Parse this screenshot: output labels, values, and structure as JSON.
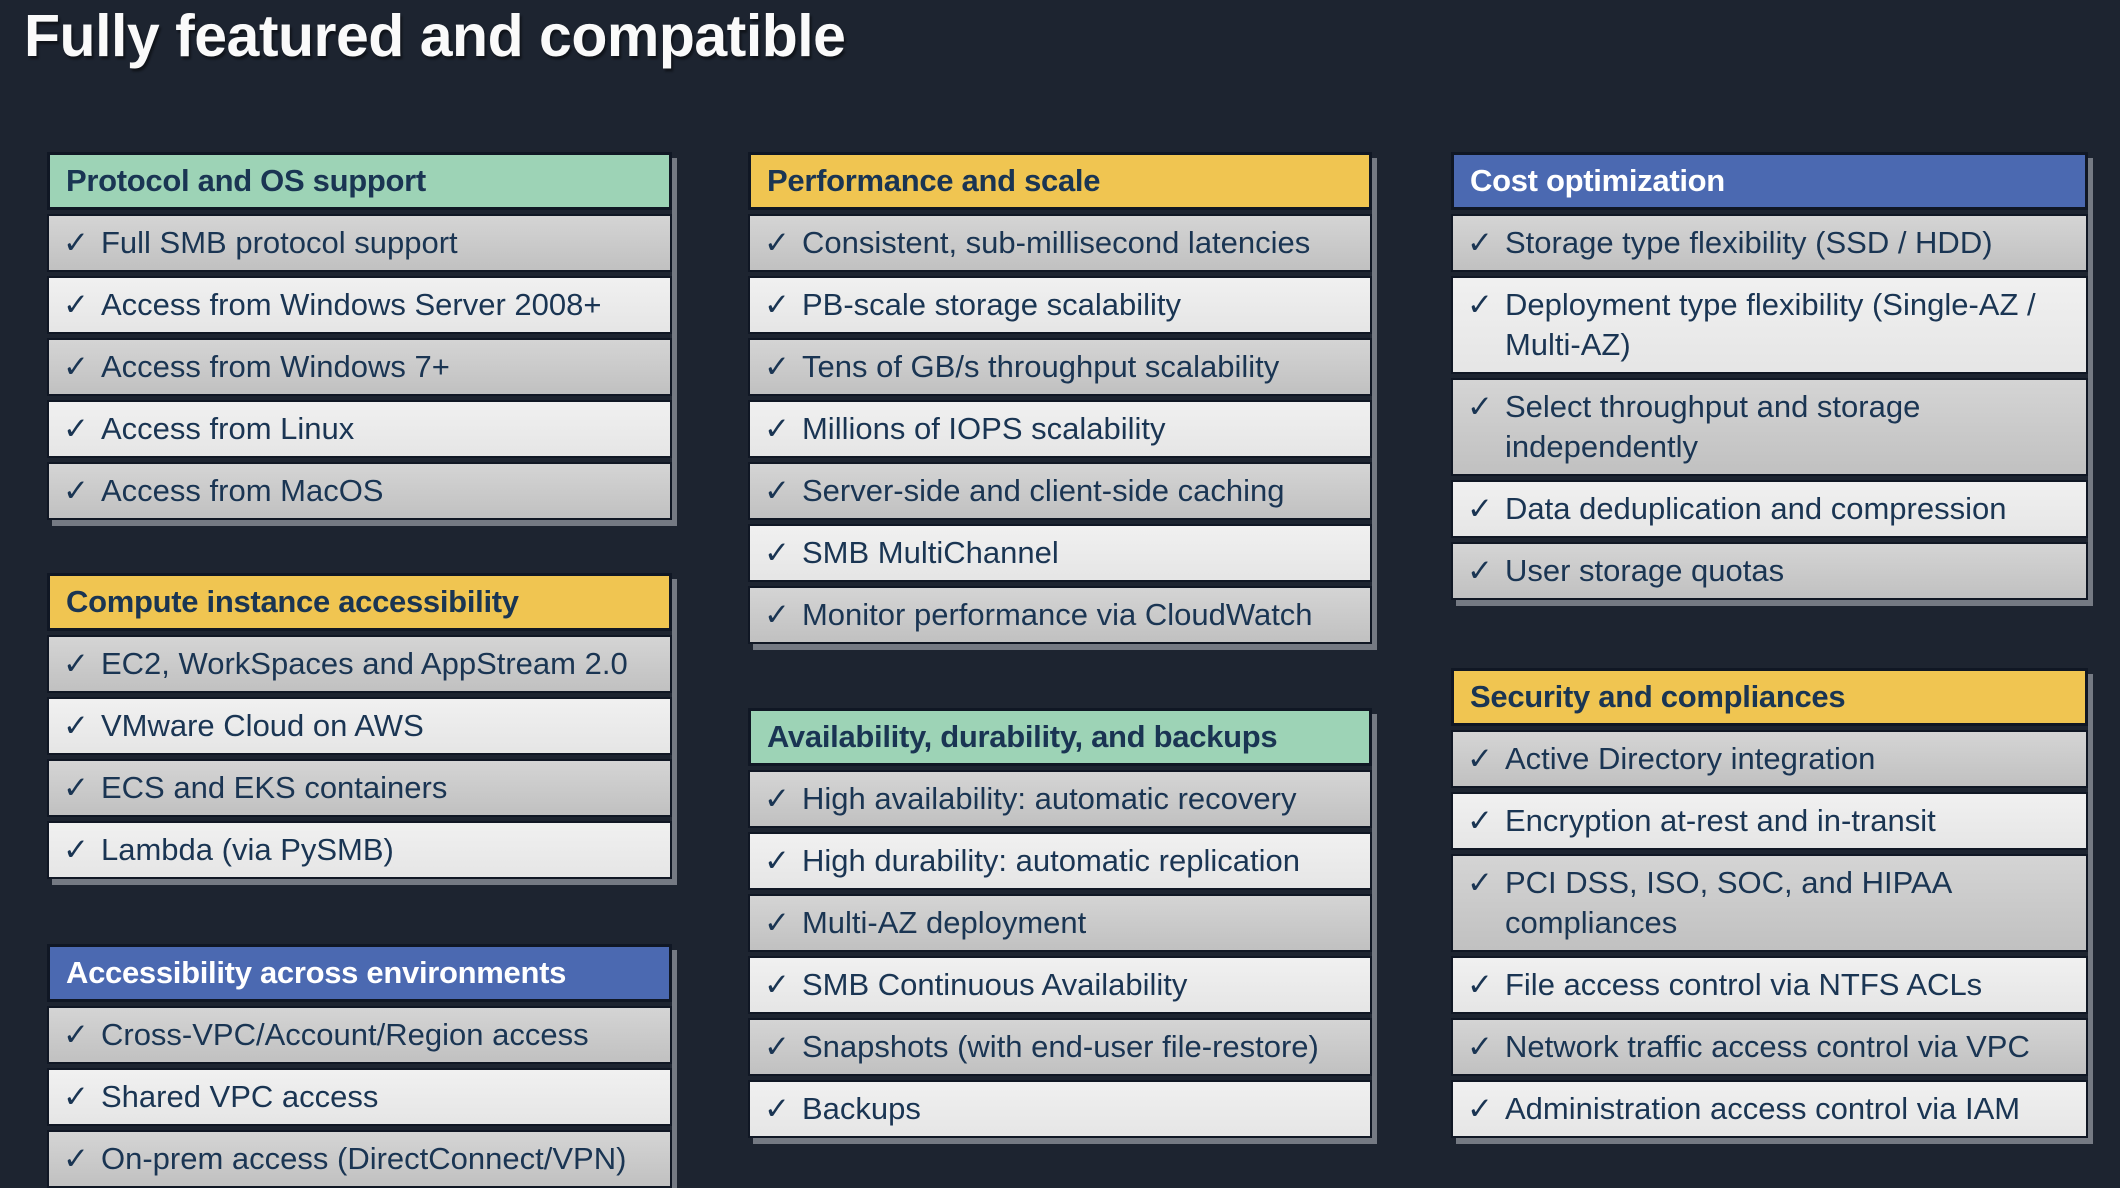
{
  "title": "Fully featured and compatible",
  "check_glyph": "✓",
  "colors": {
    "background": "#1d2430",
    "green": "#9dd3b6",
    "yellow": "#f0c551",
    "blue": "#4b69b1",
    "row_dark": "#cbcbcb",
    "row_light": "#eaeaea",
    "text_dark": "#1a3553",
    "header_text_light": "#ffffff",
    "border": "#101724",
    "title_color": "#fafafa"
  },
  "columns": [
    {
      "cards": [
        {
          "header": "Protocol and OS support",
          "header_color": "green",
          "items": [
            "Full SMB protocol support",
            "Access from Windows Server 2008+",
            "Access from Windows 7+",
            "Access from Linux",
            "Access from MacOS"
          ]
        },
        {
          "header": "Compute instance accessibility",
          "header_color": "yellow",
          "items": [
            "EC2, WorkSpaces and AppStream 2.0",
            "VMware Cloud on AWS",
            "ECS and EKS containers",
            "Lambda (via PySMB)"
          ]
        },
        {
          "header": "Accessibility across environments",
          "header_color": "blue",
          "items": [
            "Cross-VPC/Account/Region access",
            "Shared VPC access",
            "On-prem access (DirectConnect/VPN)"
          ]
        }
      ]
    },
    {
      "cards": [
        {
          "header": "Performance and scale",
          "header_color": "yellow",
          "items": [
            "Consistent, sub-millisecond latencies",
            "PB-scale storage scalability",
            "Tens of GB/s throughput scalability",
            "Millions of IOPS scalability",
            "Server-side and client-side caching",
            "SMB MultiChannel",
            "Monitor performance via CloudWatch"
          ]
        },
        {
          "header": "Availability, durability, and backups",
          "header_color": "green",
          "items": [
            "High availability: automatic recovery",
            "High durability: automatic replication",
            "Multi-AZ deployment",
            "SMB Continuous Availability",
            "Snapshots (with end-user file-restore)",
            "Backups"
          ]
        }
      ]
    },
    {
      "cards": [
        {
          "header": "Cost optimization",
          "header_color": "blue",
          "items": [
            "Storage type flexibility (SSD / HDD)",
            "Deployment type flexibility (Single-AZ / Multi-AZ)",
            "Select throughput and storage independently",
            "Data deduplication and compression",
            "User storage quotas"
          ]
        },
        {
          "header": "Security and compliances",
          "header_color": "yellow",
          "items": [
            "Active Directory integration",
            "Encryption at-rest and in-transit",
            "PCI DSS, ISO, SOC, and HIPAA compliances",
            "File access control via NTFS ACLs",
            "Network traffic access control via VPC",
            "Administration access control via IAM"
          ]
        }
      ]
    }
  ]
}
